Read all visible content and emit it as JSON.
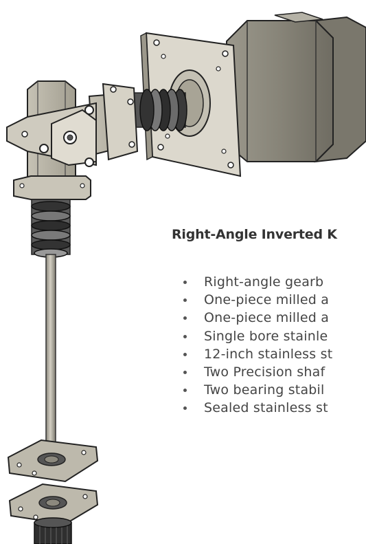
{
  "product": {
    "heading": "Right-Angle Inverted K",
    "features": [
      "Right-angle gearb",
      "One-piece milled a",
      "One-piece milled a",
      "Single bore stainle",
      "12-inch stainless st",
      "Two Precision shaf",
      "Two bearing stabil",
      "Sealed stainless st"
    ]
  },
  "colors": {
    "text_heading": "#333333",
    "text_body": "#444444",
    "metal_light": "#c9c5b8",
    "metal_mid": "#a9a597",
    "motor_dark": "#8a877c",
    "outline": "#222222"
  }
}
